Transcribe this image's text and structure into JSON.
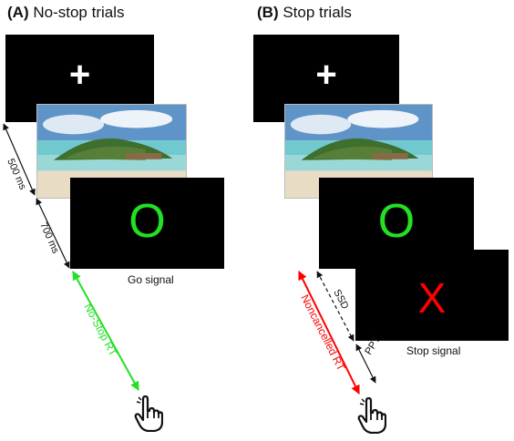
{
  "panels": {
    "a": {
      "tag": "(A)",
      "title": "No-stop trials"
    },
    "b": {
      "tag": "(B)",
      "title": "Stop trials"
    }
  },
  "screens": {
    "fixation": "+",
    "go_symbol": "O",
    "stop_symbol": "X"
  },
  "captions": {
    "go_signal": "Go signal",
    "stop_signal": "Stop signal"
  },
  "intervals": {
    "fixation_duration": "500 ms",
    "image_duration": "700 ms",
    "no_stop_rt": "No-Stop RT",
    "noncancelled_rt": "Noncancelled RT",
    "ssd": "SSD",
    "ppt": "PPT"
  },
  "icons": {
    "response": "pointing-hand-icon"
  },
  "colors": {
    "go": "#22e022",
    "stop": "#ff0000",
    "interval": "#111111",
    "screen": "#000000",
    "fixation": "#ffffff"
  }
}
